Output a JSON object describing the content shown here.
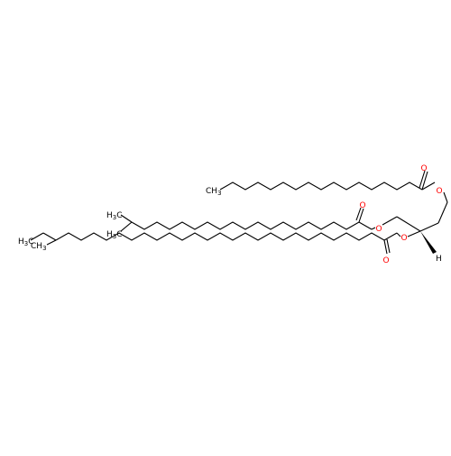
{
  "molecule": {
    "atom_labels": {
      "ch3_top": "CH3",
      "h3c_mid_upper": "H3C",
      "h3c_mid_lower": "H3C",
      "h3c_bottom": "H3C",
      "ch3_bottom_branch": "CH3",
      "stereo_h": "H",
      "oxygen": "O"
    },
    "colors": {
      "bond": "#000000",
      "oxygen": "#ff0000"
    }
  }
}
